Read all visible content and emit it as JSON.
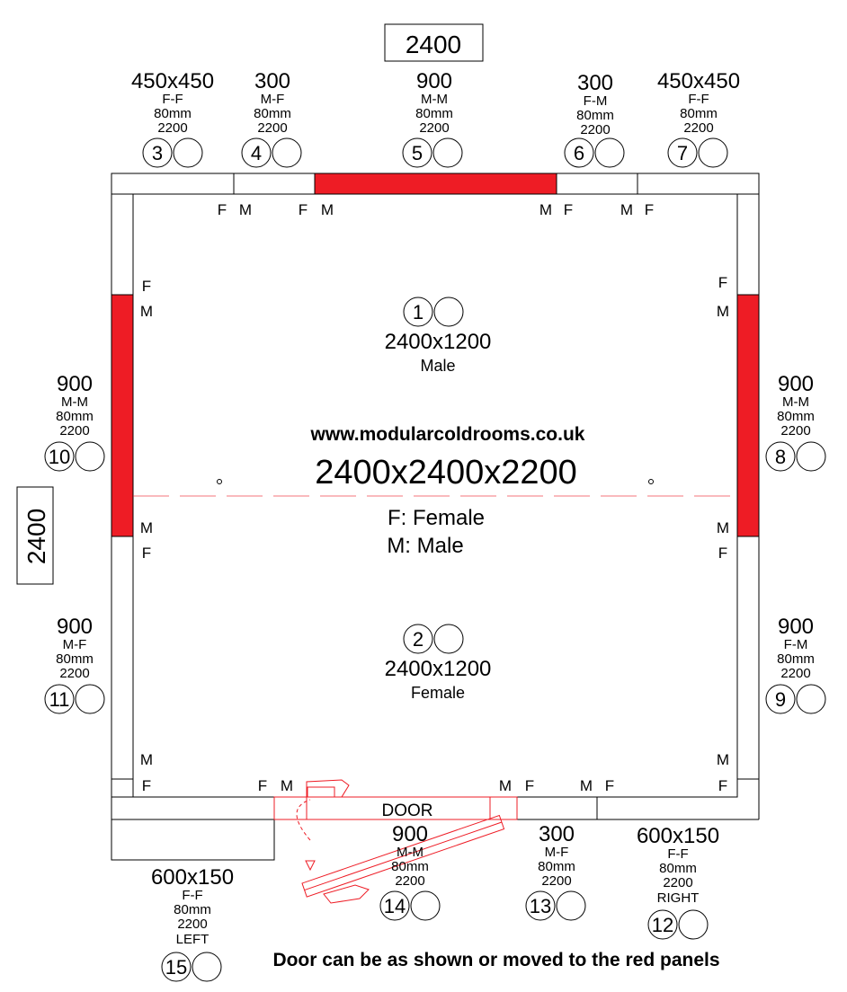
{
  "dimensions": {
    "top_width": "2400",
    "side_depth": "2400",
    "overall": "2400x2400x2200"
  },
  "website": "www.modularcoldrooms.co.uk",
  "legend": {
    "female": "F: Female",
    "male": "M: Male"
  },
  "door_label": "DOOR",
  "footer_note": "Door can be as shown or moved to the red panels",
  "colors": {
    "accent": "#ee1c25",
    "line": "#000000"
  },
  "floor_panels": [
    {
      "id": "1",
      "size": "2400x1200",
      "gender": "Male"
    },
    {
      "id": "2",
      "size": "2400x1200",
      "gender": "Female"
    }
  ],
  "wall_panels": [
    {
      "id": "3",
      "size": "450x450",
      "type": "F-F",
      "thickness": "80mm",
      "height": "2200"
    },
    {
      "id": "4",
      "size": "300",
      "type": "M-F",
      "thickness": "80mm",
      "height": "2200"
    },
    {
      "id": "5",
      "size": "900",
      "type": "M-M",
      "thickness": "80mm",
      "height": "2200"
    },
    {
      "id": "6",
      "size": "300",
      "type": "F-M",
      "thickness": "80mm",
      "height": "2200"
    },
    {
      "id": "7",
      "size": "450x450",
      "type": "F-F",
      "thickness": "80mm",
      "height": "2200"
    },
    {
      "id": "8",
      "size": "900",
      "type": "M-M",
      "thickness": "80mm",
      "height": "2200"
    },
    {
      "id": "9",
      "size": "900",
      "type": "F-M",
      "thickness": "80mm",
      "height": "2200"
    },
    {
      "id": "10",
      "size": "900",
      "type": "M-M",
      "thickness": "80mm",
      "height": "2200"
    },
    {
      "id": "11",
      "size": "900",
      "type": "M-F",
      "thickness": "80mm",
      "height": "2200"
    },
    {
      "id": "12",
      "size": "600x150",
      "type": "F-F",
      "thickness": "80mm",
      "height": "2200",
      "side": "RIGHT"
    },
    {
      "id": "13",
      "size": "300",
      "type": "M-F",
      "thickness": "80mm",
      "height": "2200"
    },
    {
      "id": "14",
      "size": "900",
      "type": "M-M",
      "thickness": "80mm",
      "height": "2200"
    },
    {
      "id": "15",
      "size": "600x150",
      "type": "F-F",
      "thickness": "80mm",
      "height": "2200",
      "side": "LEFT"
    }
  ],
  "joint_marks": {
    "top": [
      "F",
      "M",
      "F",
      "M",
      "M",
      "F",
      "M",
      "F"
    ],
    "left": [
      "F",
      "M",
      "M",
      "F",
      "M",
      "F"
    ],
    "right": [
      "F",
      "M",
      "M",
      "F",
      "M",
      "F"
    ],
    "bottom": [
      "F",
      "M",
      "M",
      "F",
      "M",
      "F"
    ]
  }
}
